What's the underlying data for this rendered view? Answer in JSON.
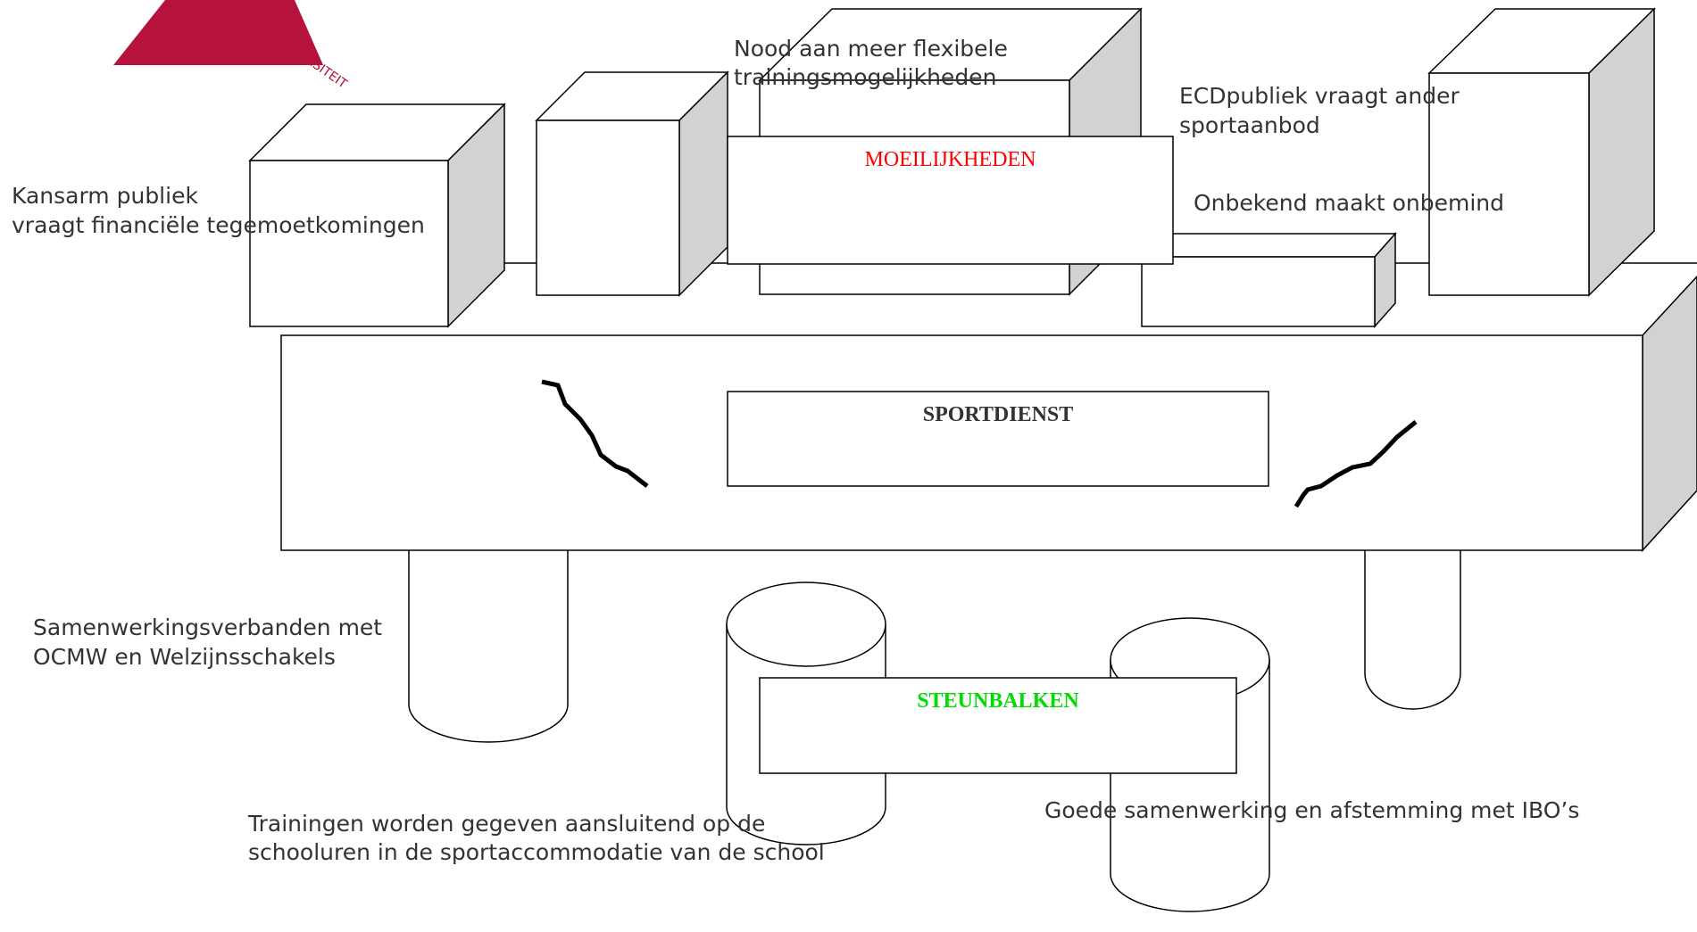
{
  "logo": {
    "text": "ACHT voor DIVERSITEIT",
    "color": "#b5123d"
  },
  "boxes": {
    "moeilijkheden": {
      "label": "MOEILIJKHEDEN",
      "color": "#ff0000"
    },
    "sportdienst": {
      "label": "SPORTDIENST",
      "color": "#333333"
    },
    "steunbalken": {
      "label": "STEUNBALKEN",
      "color": "#00dd00"
    }
  },
  "labels": {
    "kansarm": [
      "Kansarm publiek",
      "vraagt financiële tegemoetkomingen"
    ],
    "nood": [
      "Nood aan meer flexibele",
      "trainingsmogelijkheden"
    ],
    "ecd": [
      "ECDpubliek vraagt ander",
      "sportaanbod"
    ],
    "onbekend": [
      "Onbekend maakt onbemind"
    ],
    "samenwerking": [
      "Samenwerkingsverbanden met",
      "OCMW en Welzijnsschakels"
    ],
    "trainingen": [
      "Trainingen worden gegeven aansluitend op de",
      "schooluren in de sportaccommodatie van de school"
    ],
    "goede": [
      "Goede samenwerking en afstemming met IBO’s"
    ]
  }
}
